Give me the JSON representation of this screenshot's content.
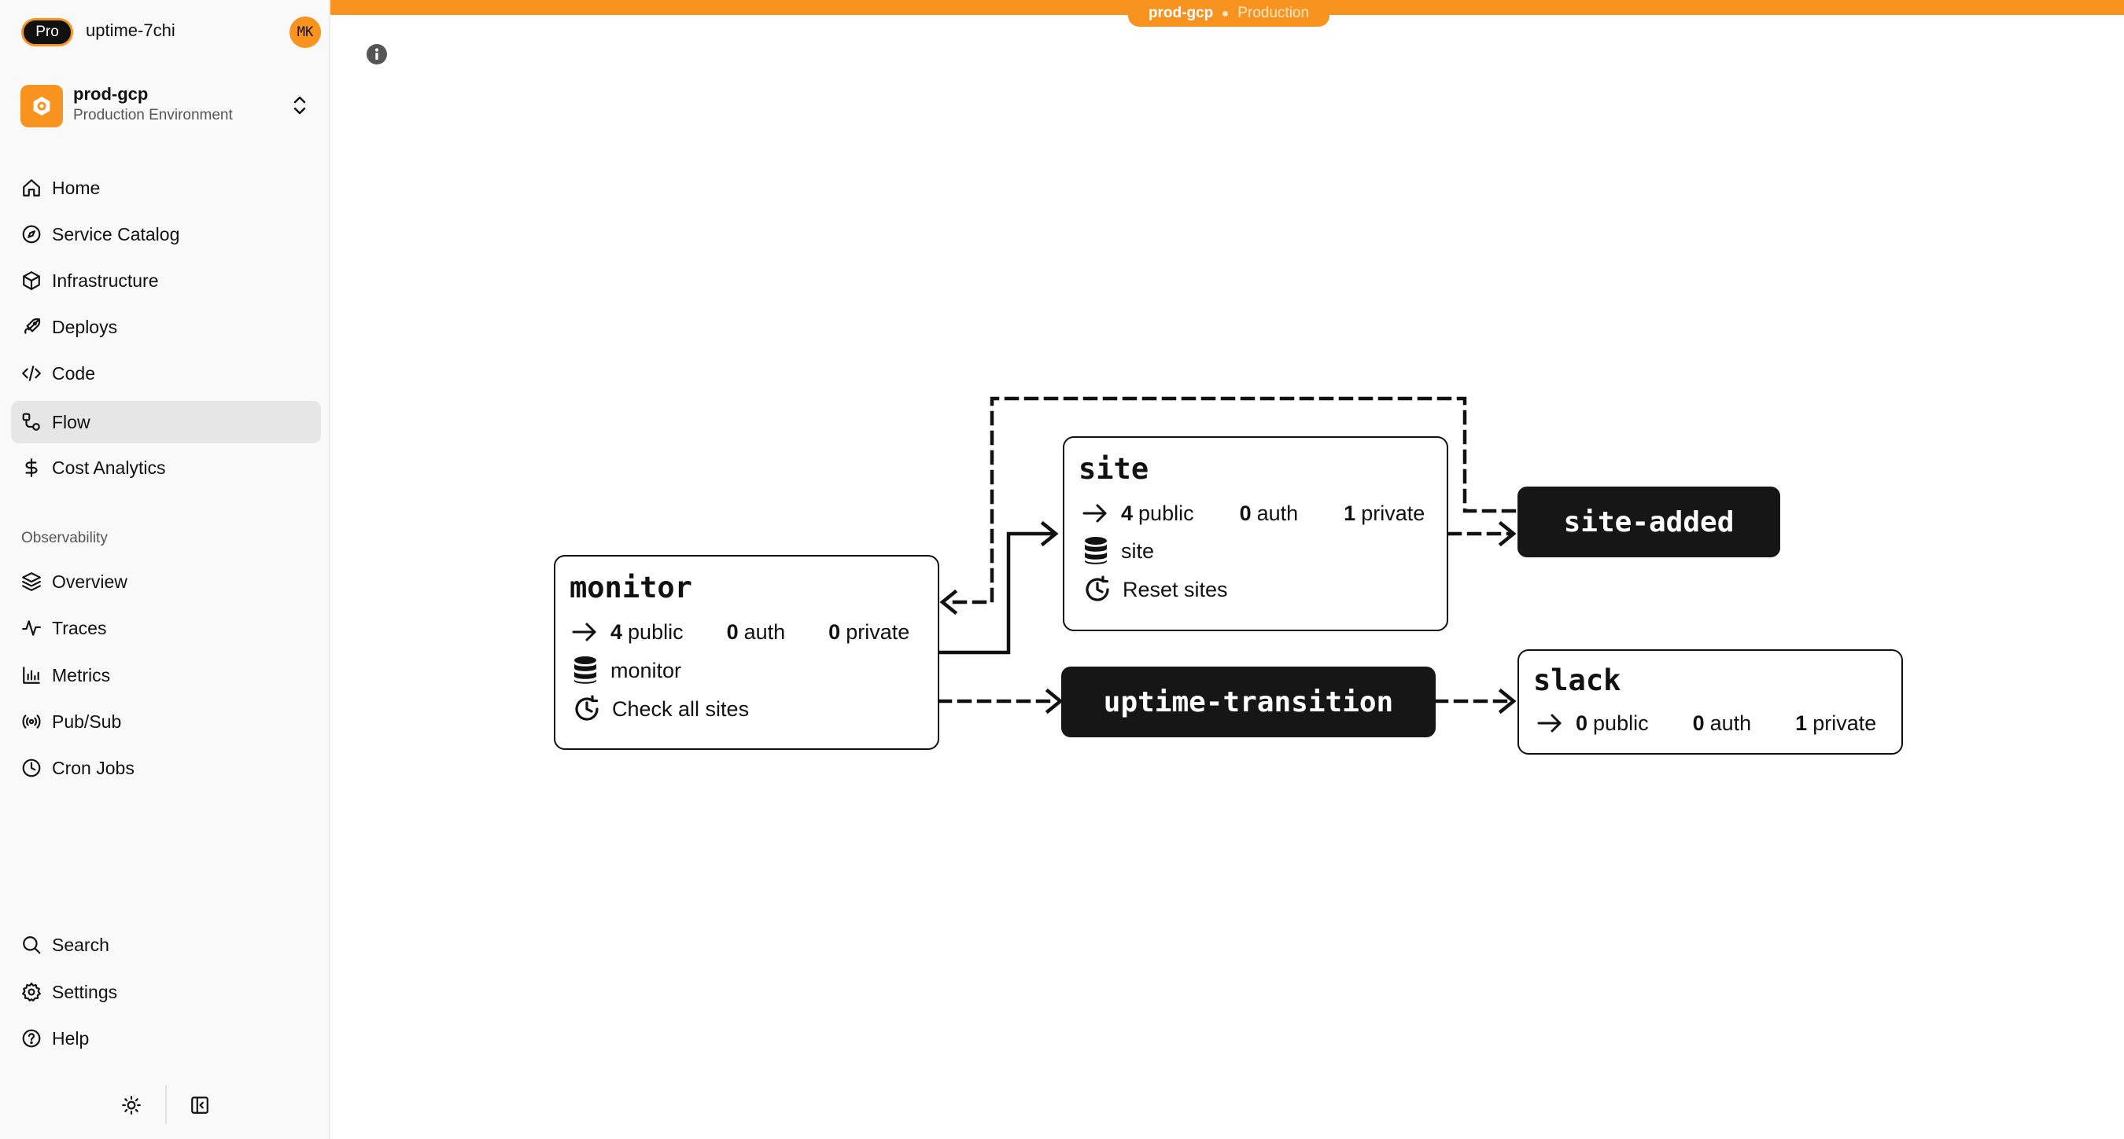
{
  "header": {
    "plan_badge": "Pro",
    "app_name": "uptime-7chi",
    "avatar_initials": "MK",
    "environment": {
      "name": "prod-gcp",
      "description": "Production Environment"
    }
  },
  "nav": {
    "items": [
      {
        "label": "Home",
        "icon": "home-icon"
      },
      {
        "label": "Service Catalog",
        "icon": "compass-icon"
      },
      {
        "label": "Infrastructure",
        "icon": "cube-icon"
      },
      {
        "label": "Deploys",
        "icon": "rocket-icon"
      },
      {
        "label": "Code",
        "icon": "code-icon"
      },
      {
        "label": "Flow",
        "icon": "flow-icon",
        "active": true
      },
      {
        "label": "Cost Analytics",
        "icon": "dollar-icon"
      }
    ],
    "observability_label": "Observability",
    "observability_items": [
      {
        "label": "Overview",
        "icon": "layers-icon"
      },
      {
        "label": "Traces",
        "icon": "activity-icon"
      },
      {
        "label": "Metrics",
        "icon": "bar-chart-icon"
      },
      {
        "label": "Pub/Sub",
        "icon": "broadcast-icon"
      },
      {
        "label": "Cron Jobs",
        "icon": "clock-icon"
      }
    ],
    "bottom_items": [
      {
        "label": "Search",
        "icon": "search-icon"
      },
      {
        "label": "Settings",
        "icon": "gear-icon"
      },
      {
        "label": "Help",
        "icon": "help-icon"
      }
    ]
  },
  "env_banner": {
    "name": "prod-gcp",
    "env": "Production"
  },
  "colors": {
    "accent": "#f7931e",
    "node_border": "#111111",
    "topic_bg": "#161616",
    "active_nav": "#e6e6e6"
  },
  "flow": {
    "services": {
      "monitor": {
        "name": "monitor",
        "public": "4",
        "public_label": "public",
        "auth": "0",
        "auth_label": "auth",
        "private": "0",
        "private_label": "private",
        "database": "monitor",
        "cron": "Check all sites"
      },
      "site": {
        "name": "site",
        "public": "4",
        "public_label": "public",
        "auth": "0",
        "auth_label": "auth",
        "private": "1",
        "private_label": "private",
        "database": "site",
        "cron": "Reset sites"
      },
      "slack": {
        "name": "slack",
        "public": "0",
        "public_label": "public",
        "auth": "0",
        "auth_label": "auth",
        "private": "1",
        "private_label": "private"
      }
    },
    "topics": {
      "site_added": "site-added",
      "uptime_transition": "uptime-transition"
    }
  }
}
